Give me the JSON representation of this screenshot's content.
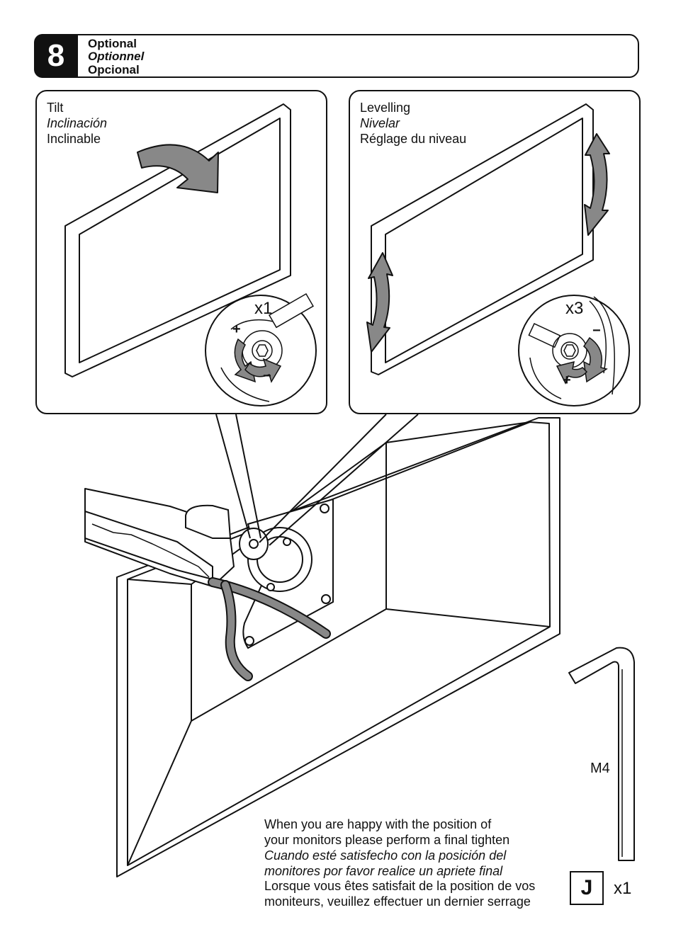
{
  "step": {
    "number": "8",
    "title_en": "Optional",
    "title_fr": "Optionnel",
    "title_es": "Opcional"
  },
  "panels": {
    "tilt": {
      "label_en": "Tilt",
      "label_es": "Inclinación",
      "label_fr": "Inclinable",
      "quantity": "x1",
      "plus": "+",
      "minus": "−"
    },
    "levelling": {
      "label_en": "Levelling",
      "label_es": "Nivelar",
      "label_fr": "Réglage du niveau",
      "quantity": "x3",
      "plus": "+",
      "minus": "−"
    }
  },
  "instructions": {
    "en_line1": "When you are happy with the position of",
    "en_line2": "your monitors please perform a final tighten",
    "es_line1": "Cuando esté satisfecho con la posición del",
    "es_line2": "monitores por favor realice un apriete final",
    "fr_line1": "Lorsque vous êtes satisfait de la position de vos",
    "fr_line2": "moniteurs, veuillez effectuer un dernier serrage"
  },
  "tool": {
    "size": "M4",
    "part_letter": "J",
    "quantity": "x1"
  }
}
